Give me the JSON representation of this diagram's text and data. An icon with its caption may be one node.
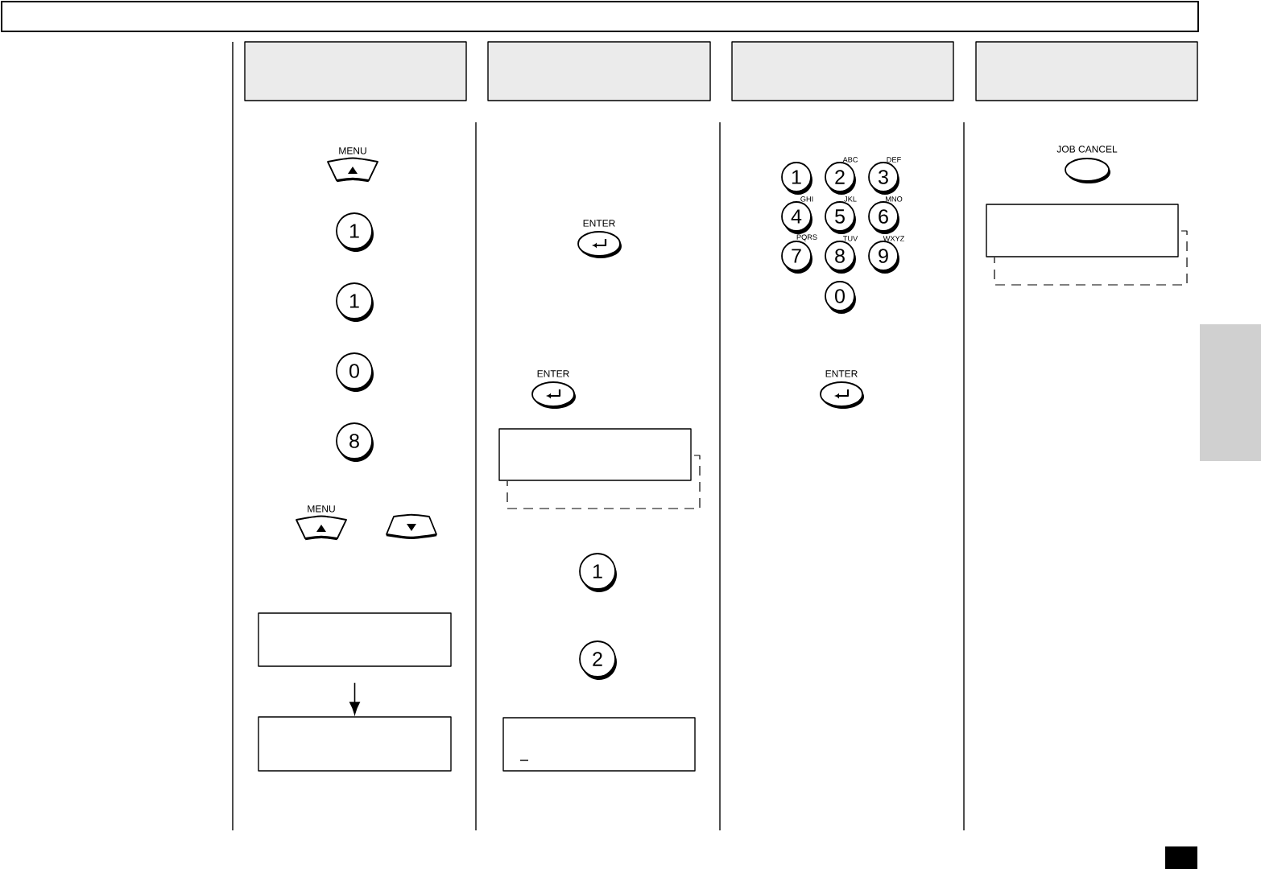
{
  "diagram": {
    "nodes": [
      {
        "text": [],
        "shape": "box"
      },
      {
        "text": [],
        "shape": "box"
      },
      {
        "text": [],
        "shape": "box"
      },
      {
        "text": [],
        "shape": "box"
      },
      {
        "text": [
          "MENU"
        ]
      },
      {
        "text": [
          "1"
        ]
      },
      {
        "text": [
          "1"
        ]
      },
      {
        "text": [
          "0"
        ]
      },
      {
        "text": [
          "8"
        ]
      },
      {
        "text": [
          "MENU"
        ]
      },
      {
        "text": [],
        "shape": "trapezoid"
      },
      {
        "text": [],
        "shape": "box"
      },
      {
        "text": [],
        "shape": "box"
      },
      {
        "text": [
          "ENTER"
        ]
      },
      {
        "text": [
          "ENTER"
        ]
      },
      {
        "text": [],
        "shape": "box"
      },
      {
        "text": [
          "1"
        ]
      },
      {
        "text": [
          "2"
        ]
      },
      {
        "text": [],
        "shape": "box"
      },
      {
        "text": [
          "1"
        ]
      },
      {
        "text": [
          "2"
        ],
        "beside": [
          "ABC"
        ]
      },
      {
        "text": [
          "3"
        ],
        "beside": [
          "DEF"
        ]
      },
      {
        "text": [
          "4"
        ],
        "beside": [
          "GHI"
        ]
      },
      {
        "text": [
          "5"
        ],
        "beside": [
          "JKL"
        ]
      },
      {
        "text": [
          "6"
        ],
        "beside": [
          "MNO"
        ]
      },
      {
        "text": [
          "7"
        ],
        "beside": [
          "PQRS"
        ]
      },
      {
        "text": [
          "8"
        ],
        "beside": [
          "TUV"
        ]
      },
      {
        "text": [
          "9"
        ],
        "beside": [
          "WXYZ"
        ]
      },
      {
        "text": [
          "0"
        ]
      },
      {
        "text": [
          "ENTER"
        ]
      },
      {
        "text": [
          "JOB CANCEL"
        ]
      },
      {
        "text": [],
        "shape": "box"
      },
      {
        "text": [],
        "shape": "box"
      }
    ],
    "edges": [
      {
        "from": 11,
        "to": 12,
        "arrow": "to"
      }
    ]
  }
}
